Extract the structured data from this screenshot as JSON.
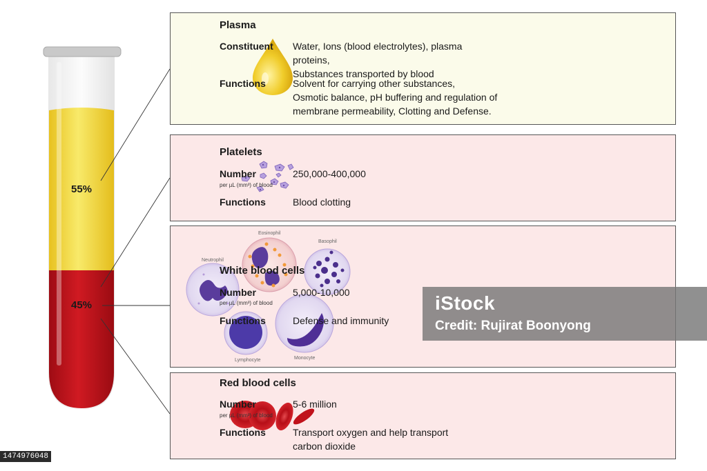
{
  "tube": {
    "plasma_percent": "55%",
    "cells_percent": "45%"
  },
  "plasma": {
    "title": "Plasma",
    "constituent_label": "Constituent",
    "constituent_value": "Water, Ions (blood electrolytes), plasma proteins,\nSubstances transported by blood",
    "functions_label": "Functions",
    "functions_value": "Solvent for carrying other substances,\nOsmotic balance, pH buffering and regulation of\nmembrane permeability, Clotting and Defense."
  },
  "platelets": {
    "title": "Platelets",
    "number_label": "Number",
    "number_sub": "per µL (mm³) of blood",
    "number_value": "250,000-400,000",
    "functions_label": "Functions",
    "functions_value": "Blood clotting"
  },
  "wbc": {
    "title": "White blood cells",
    "number_label": "Number",
    "number_sub": "per µL (mm³) of blood",
    "number_value": "5,000-10,000",
    "functions_label": "Functions",
    "functions_value": "Defense and immunity",
    "cells": {
      "neutrophil": "Neutrophil",
      "eosinophil": "Eosinophil",
      "basophil": "Basophil",
      "lymphocyte": "Lymphocyte",
      "monocyte": "Monocyte"
    }
  },
  "rbc": {
    "title": "Red blood cells",
    "number_label": "Number",
    "number_sub": "per µL (mm³) of blood",
    "number_value": "5-6 million",
    "functions_label": "Functions",
    "functions_value": "Transport oxygen and help transport\ncarbon dioxide"
  },
  "watermark": {
    "brand": "iStock",
    "credit": "Credit: Rujirat Boonyong"
  },
  "stock_id": "1474976048",
  "colors": {
    "plasma": "#f2d437",
    "blood": "#c0121b",
    "wbc": "#6f52b8",
    "panel_plasma": "#fbfbea",
    "panel_cells": "#fce8e8"
  }
}
